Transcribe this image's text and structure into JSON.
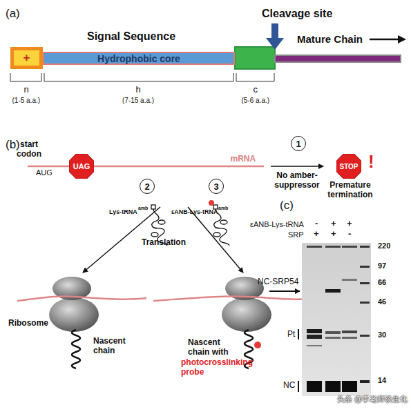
{
  "diagram": {
    "nodes": [
      {
        "text": [
          "+"
        ]
      },
      {
        "text": [
          "Hydrophobic core"
        ]
      },
      {
        "text": [
          "UAG"
        ]
      },
      {
        "text": [
          "1"
        ]
      },
      {
        "text": [
          "STOP"
        ]
      },
      {
        "text": [
          "2"
        ]
      },
      {
        "text": [
          "3"
        ]
      }
    ],
    "labels": [
      "(a)",
      "Signal Sequence",
      "Cleavage site",
      "Mature Chain",
      "n",
      "(1-5 a.a.)",
      "h",
      "(7-15 a.a.)",
      "c",
      "(5-6 a.a.)",
      "(b)",
      "start codon",
      "AUG",
      "mRNA",
      "No amber-suppressor",
      "Premature termination",
      "!",
      "Lys-tRNA",
      "amb",
      "εANB-Lys-tRNA",
      "amb",
      "Translation",
      "Ribosome",
      "Nascent chain",
      "Nascent chain with",
      "photocrosslinking probe",
      "(c)",
      "εANB-Lys-tRNA",
      "-",
      "+",
      "+",
      "SRP",
      "+",
      "+",
      "-",
      "220",
      "97",
      "66",
      "46",
      "30",
      "14",
      "NC-SRP54",
      "Pt",
      "NC",
      "头条 @李老师谈生化"
    ]
  }
}
